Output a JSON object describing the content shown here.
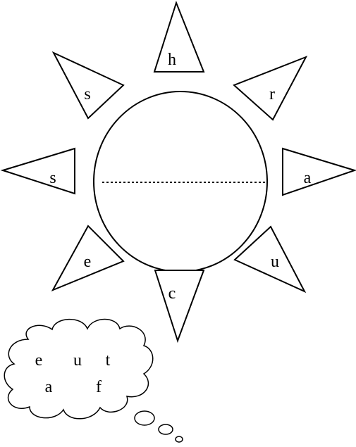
{
  "sun": {
    "rays": {
      "top": "h",
      "top_right": "r",
      "right": "a",
      "bottom_right": "u",
      "bottom": "c",
      "bottom_left": "e",
      "left": "s",
      "top_left": "s"
    }
  },
  "thought_bubble": {
    "letters": [
      "e",
      "u",
      "t",
      "a",
      "f"
    ]
  },
  "colors": {
    "stroke": "#000000",
    "fill": "#ffffff"
  }
}
